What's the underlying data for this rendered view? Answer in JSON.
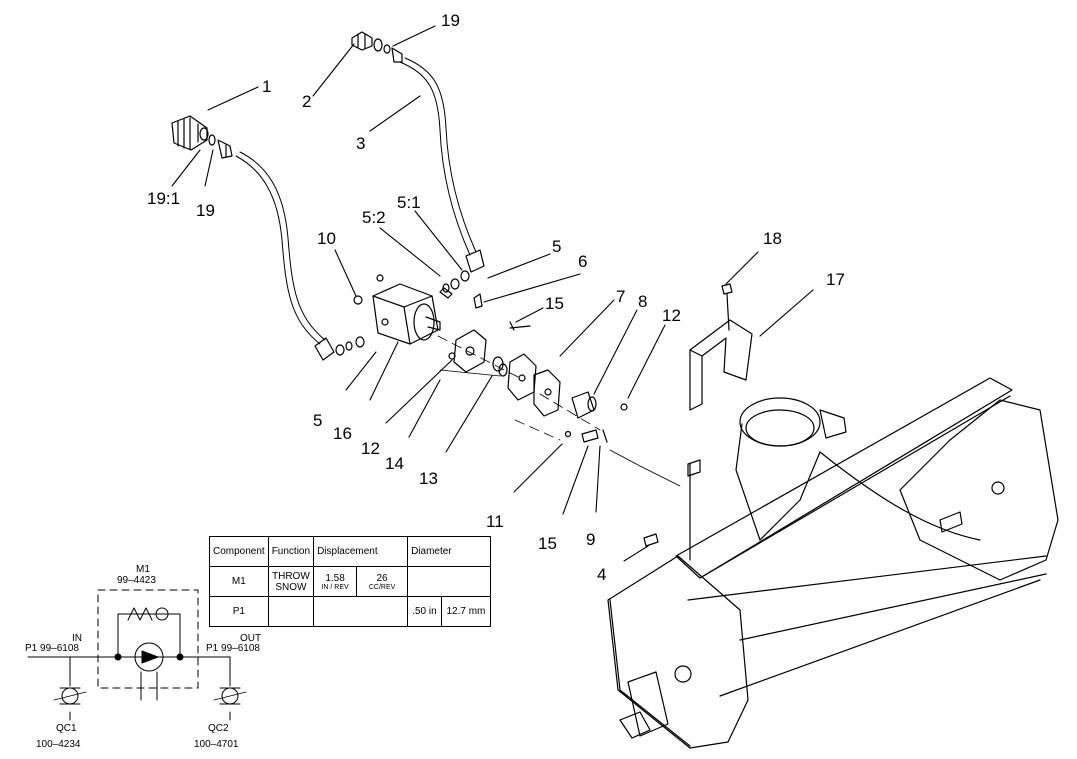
{
  "diagram": {
    "callouts": {
      "c1": "1",
      "c2": "2",
      "c3": "3",
      "c4": "4",
      "c5a": "5",
      "c5b": "5",
      "c5_1": "5:1",
      "c5_2": "5:2",
      "c6": "6",
      "c7": "7",
      "c8": "8",
      "c9": "9",
      "c10": "10",
      "c11": "11",
      "c12a": "12",
      "c12b": "12",
      "c13": "13",
      "c14": "14",
      "c15a": "15",
      "c15b": "15",
      "c16": "16",
      "c17": "17",
      "c18": "18",
      "c19a": "19",
      "c19b": "19",
      "c19_1": "19:1"
    }
  },
  "spec_table": {
    "headers": [
      "Component",
      "Function",
      "Displacement",
      "Diameter"
    ],
    "rows": [
      {
        "component": "M1",
        "function_line1": "THROW",
        "function_line2": "SNOW",
        "disp_in": "1.58",
        "disp_in_unit": "IN / REV",
        "disp_cc": "26",
        "disp_cc_unit": "CC/REV",
        "dia_in": "",
        "dia_mm": ""
      },
      {
        "component": "P1",
        "function_line1": "",
        "function_line2": "",
        "disp_in": "",
        "disp_in_unit": "",
        "disp_cc": "",
        "disp_cc_unit": "",
        "dia_in": ".50 in",
        "dia_mm": "12.7 mm"
      }
    ]
  },
  "schematic": {
    "motor_name": "M1",
    "motor_part": "99–4423",
    "in_label": "IN",
    "in_line": "P1  99–6108",
    "out_label": "OUT",
    "out_line": "P1  99–6108",
    "qc1_name": "QC1",
    "qc1_part": "100–4234",
    "qc2_name": "QC2",
    "qc2_part": "100–4701"
  }
}
